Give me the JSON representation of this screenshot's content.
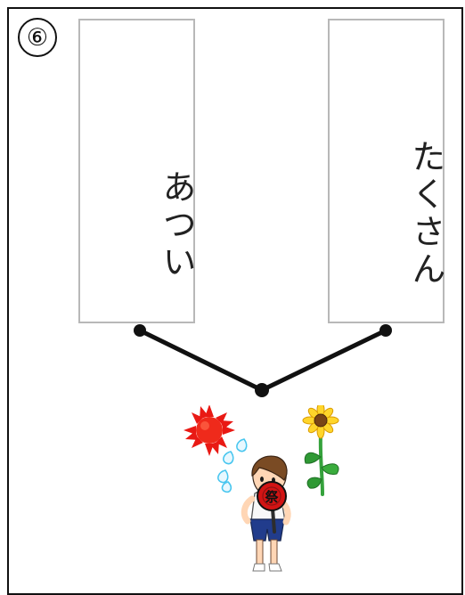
{
  "problem": {
    "number": "⑥"
  },
  "cards": {
    "left": "あつい",
    "right": "たくさん"
  },
  "illustration": {
    "fan_text": "祭",
    "icons": [
      "sun-icon",
      "sweat-drops-icon",
      "boy-icon",
      "sunflower-icon",
      "fan-icon"
    ]
  },
  "colors": {
    "line": "#111111",
    "card_border": "#b8b8b8",
    "sun": "#e91914",
    "fan": "#d21414"
  }
}
